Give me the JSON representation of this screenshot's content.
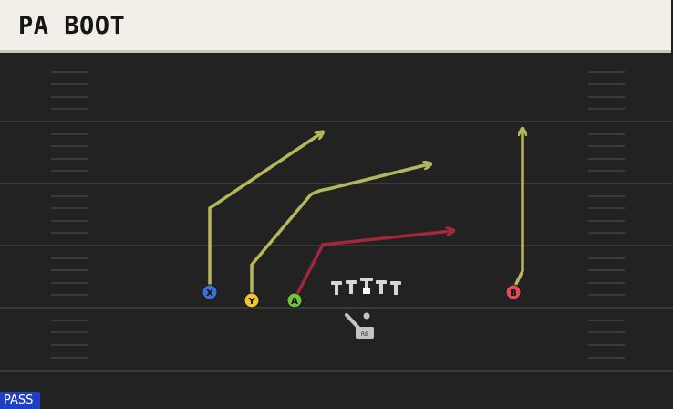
{
  "play": {
    "title": "PA BOOT",
    "badge": "PASS"
  },
  "colors": {
    "field": "#222222",
    "yard_line": "#3a3a3a",
    "route_yellow": "#b5b85a",
    "route_red": "#a4283a",
    "x_receiver": "#3e6fd8",
    "y_receiver": "#f0c531",
    "a_receiver": "#72c23e",
    "b_receiver": "#e14d55"
  },
  "players": [
    {
      "id": "x-receiver",
      "label": "X",
      "color": "#3e6fd8"
    },
    {
      "id": "y-receiver",
      "label": "Y",
      "color": "#f0c531"
    },
    {
      "id": "a-receiver",
      "label": "A",
      "color": "#72c23e"
    },
    {
      "id": "b-receiver",
      "label": "B",
      "color": "#e14d55"
    }
  ],
  "running_back": {
    "label": "RB"
  }
}
